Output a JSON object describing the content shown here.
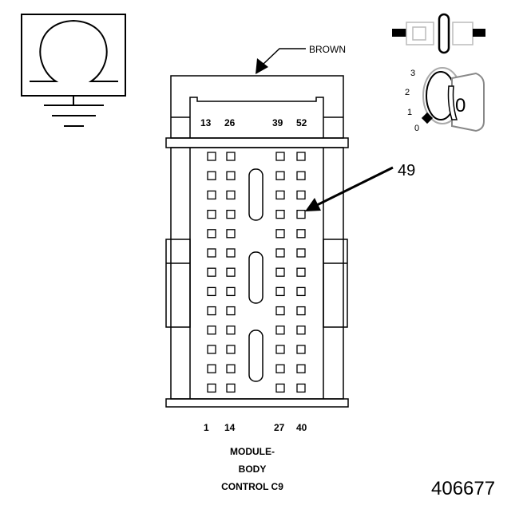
{
  "ohm_symbol": {
    "glyph": "Ω",
    "description_icon": "ohmmeter-ground-icon"
  },
  "connector": {
    "wire_color_label": "BROWN",
    "top_pin_labels": [
      "13",
      "26",
      "39",
      "52"
    ],
    "bottom_pin_labels": [
      "1",
      "14",
      "27",
      "40"
    ],
    "callout_pin": "49",
    "name_lines": [
      "MODULE-",
      "BODY",
      "CONTROL C9"
    ],
    "pin_grid": {
      "columns": 4,
      "rows": 13
    }
  },
  "ignition": {
    "positions": [
      "3",
      "2",
      "1",
      "0"
    ],
    "current_position": "0"
  },
  "figure_number": "406677"
}
